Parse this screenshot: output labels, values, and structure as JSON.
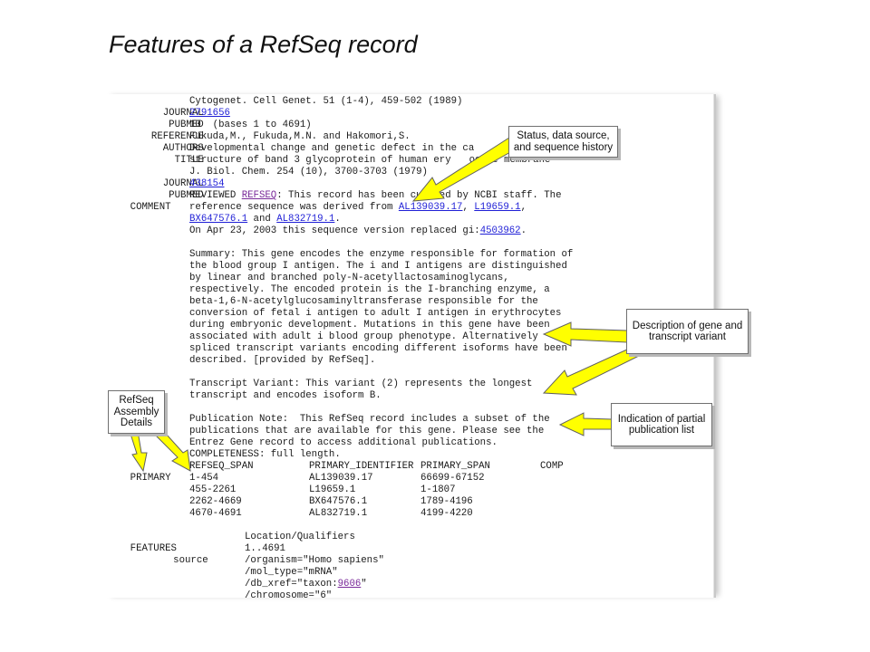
{
  "slide": {
    "title": "Features of a RefSeq record"
  },
  "record": {
    "journal1": {
      "key": "JOURNAL",
      "text": "Cytogenet. Cell Genet. 51 (1-4), 459-502 (1989)"
    },
    "pubmed1": {
      "key": "PUBMED",
      "link": "2791656"
    },
    "reference": {
      "key": "REFERENCE",
      "text": "10  (bases 1 to 4691)"
    },
    "authors": {
      "key": "AUTHORS",
      "text": "Fukuda,M., Fukuda,M.N. and Hakomori,S."
    },
    "title": {
      "key": "TITLE",
      "line1": "Developmental change and genetic defect in the ca",
      "line2": "structure of band 3 glycoprotein of human ery",
      "line2_tail": "ocyte membrane"
    },
    "journal2": {
      "key": "JOURNAL",
      "text": "J. Biol. Chem. 254 (10), 3700-3703 (1979)"
    },
    "pubmed2": {
      "key": "PUBMED",
      "link": "438154"
    },
    "comment": {
      "key": "COMMENT",
      "l1_a": "REVIEWED ",
      "l1_link": "REFSEQ",
      "l1_b": ": This record has been curated by NCBI staff. The",
      "l2_a": "reference sequence was derived from ",
      "l2_link1": "AL139039.17",
      "l2_sep": ", ",
      "l2_link2": "L19659.1",
      "l2_b": ",",
      "l3_link1": "BX647576.1",
      "l3_a": " and ",
      "l3_link2": "AL832719.1",
      "l3_b": ".",
      "l4_a": "On Apr 23, 2003 this sequence version replaced gi:",
      "l4_link": "4503962",
      "l4_b": ".",
      "summary": [
        "Summary: This gene encodes the enzyme responsible for formation of",
        "the blood group I antigen. The i and I antigens are distinguished",
        "by linear and branched poly-N-acetyllactosaminoglycans,",
        "respectively. The encoded protein is the I-branching enzyme, a",
        "beta-1,6-N-acetylglucosaminyltransferase responsible for the",
        "conversion of fetal i antigen to adult I antigen in erythrocytes",
        "during embryonic development. Mutations in this gene have been",
        "associated with adult i blood group phenotype. Alternatively",
        "spliced transcript variants encoding different isoforms have been",
        "described. [provided by RefSeq]."
      ],
      "variant": [
        "Transcript Variant: This variant (2) represents the longest",
        "transcript and encodes isoform B."
      ],
      "publication": [
        "Publication Note:  This RefSeq record includes a subset of the",
        "publications that are available for this gene. Please see the",
        "Entrez Gene record to access additional publications."
      ],
      "completeness": "COMPLETENESS: full length."
    },
    "primary": {
      "key": "PRIMARY",
      "headers": [
        "REFSEQ_SPAN",
        "PRIMARY_IDENTIFIER",
        "PRIMARY_SPAN",
        "COMP"
      ],
      "rows": [
        [
          "1-454",
          "AL139039.17",
          "66699-67152"
        ],
        [
          "455-2261",
          "L19659.1",
          "1-1807"
        ],
        [
          "2262-4669",
          "BX647576.1",
          "1789-4196"
        ],
        [
          "4670-4691",
          "AL832719.1",
          "4199-4220"
        ]
      ]
    },
    "features": {
      "key": "FEATURES",
      "header": "Location/Qualifiers",
      "source_key": "source",
      "source_range": "1..4691",
      "organism": "/organism=\"Homo sapiens\"",
      "mol_type": "/mol_type=\"mRNA\"",
      "db_xref_a": "/db_xref=\"taxon:",
      "db_xref_link": "9606",
      "db_xref_b": "\"",
      "chromosome": "/chromosome=\"6\""
    }
  },
  "callouts": {
    "status": [
      "Status, data source,",
      "and sequence history"
    ],
    "description": [
      "Description of gene and",
      "transcript variant"
    ],
    "partial": [
      "Indication of partial",
      "publication list"
    ],
    "assembly": [
      "RefSeq",
      "Assembly",
      "Details"
    ]
  },
  "colors": {
    "link": "#1f1fd6",
    "visited_link": "#7a2a9a",
    "arrow_fill": "#ffff00",
    "arrow_stroke": "#606060"
  }
}
